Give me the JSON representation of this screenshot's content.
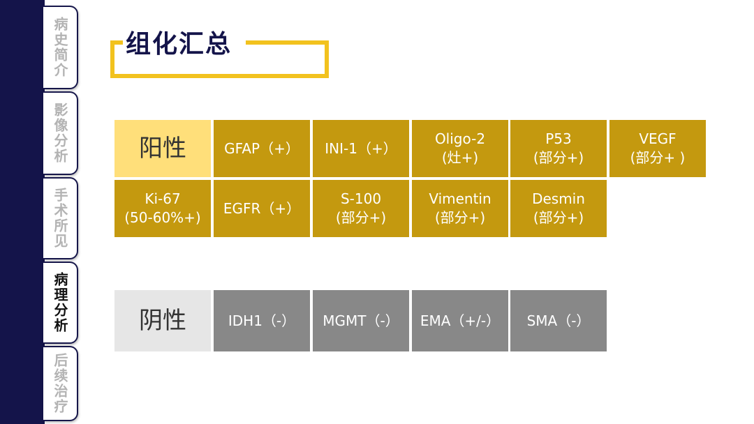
{
  "nav": {
    "tabs": [
      {
        "label": "病史简介",
        "active": false
      },
      {
        "label": "影像分析",
        "active": false
      },
      {
        "label": "手术所见",
        "active": false
      },
      {
        "label": "病理分析",
        "active": true
      },
      {
        "label": "后续治疗",
        "active": false
      }
    ]
  },
  "title": "组化汇总",
  "positive": {
    "header": "阳性",
    "cells": [
      [
        "GFAP（+）"
      ],
      [
        "INI-1（+）"
      ],
      [
        "Oligo-2",
        "(灶+)"
      ],
      [
        "P53",
        "(部分+)"
      ],
      [
        "VEGF",
        "(部分+ )"
      ],
      [
        "Ki-67",
        "(50-60%+)"
      ],
      [
        "EGFR（+）"
      ],
      [
        "S-100",
        "(部分+)"
      ],
      [
        "Vimentin",
        "(部分+)"
      ],
      [
        "Desmin",
        "(部分+)"
      ]
    ]
  },
  "negative": {
    "header": "阴性",
    "cells": [
      "IDH1（-）",
      "MGMT（-）",
      "EMA（+/-）",
      "SMA（-）"
    ]
  },
  "colors": {
    "positive_cell": "#c4990f",
    "positive_header": "#ffdf7a",
    "negative_cell": "#888888",
    "negative_header": "#e6e6e6",
    "title_frame": "#f2c21e",
    "nav_dark": "#14144a"
  }
}
